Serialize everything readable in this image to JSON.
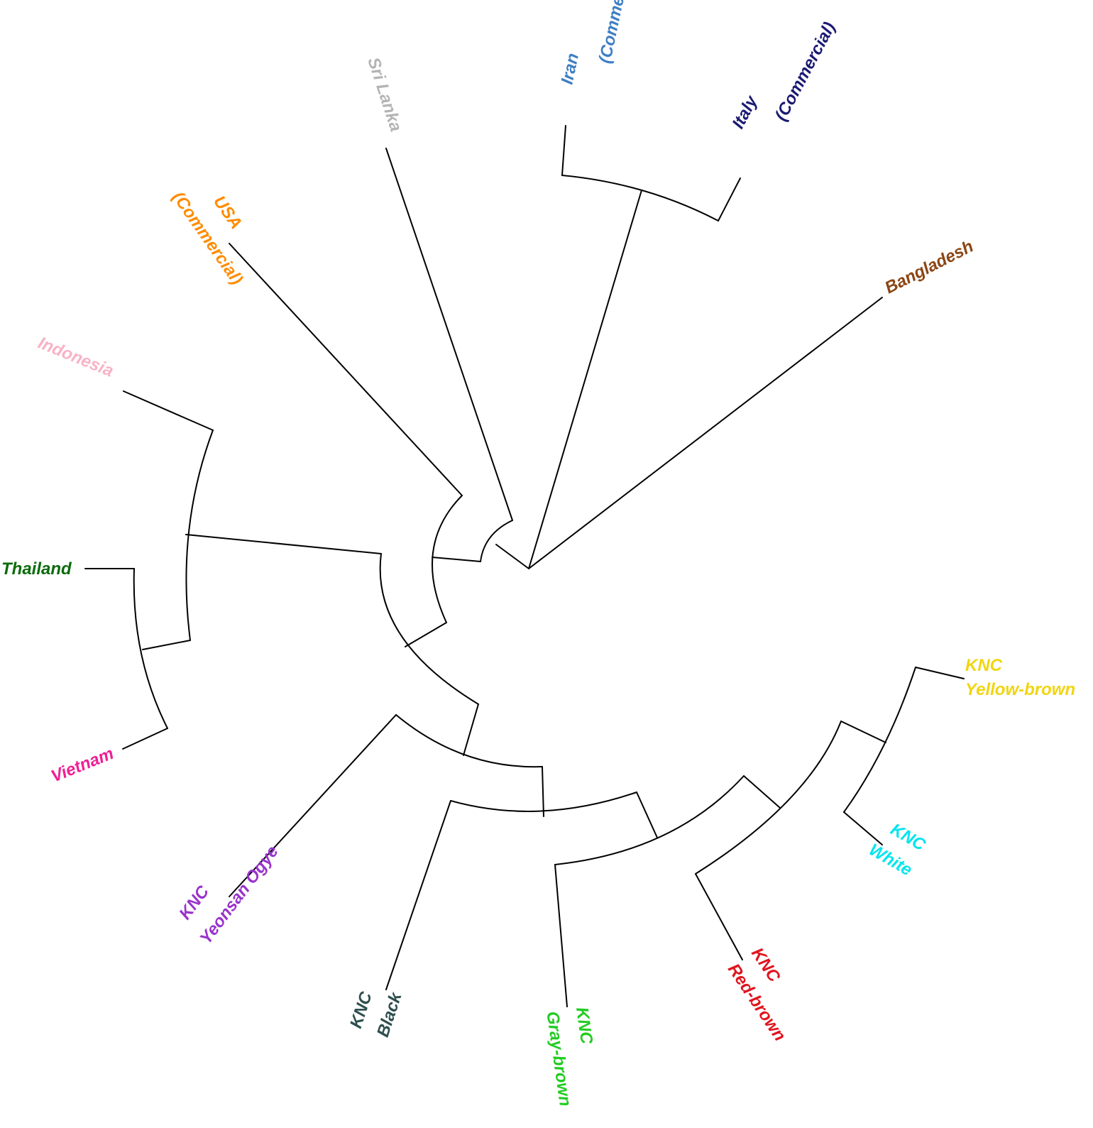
{
  "tree": {
    "type": "circular-cladogram",
    "leaves": [
      {
        "id": "sri-lanka",
        "lines": [
          "Sri Lanka"
        ],
        "color": "#B4B4B4"
      },
      {
        "id": "iran",
        "lines": [
          "Iran",
          "(Commercial)"
        ],
        "color": "#3F7FC4"
      },
      {
        "id": "italy",
        "lines": [
          "Italy",
          "(Commercial)"
        ],
        "color": "#1B1A73"
      },
      {
        "id": "bangladesh",
        "lines": [
          "Bangladesh"
        ],
        "color": "#8B4513"
      },
      {
        "id": "usa",
        "lines": [
          "USA",
          "(Commercial)"
        ],
        "color": "#FF8C00"
      },
      {
        "id": "indonesia",
        "lines": [
          "Indonesia"
        ],
        "color": "#F7B3C6"
      },
      {
        "id": "thailand",
        "lines": [
          "Thailand"
        ],
        "color": "#0B6B0B"
      },
      {
        "id": "vietnam",
        "lines": [
          "Vietnam"
        ],
        "color": "#F01E96"
      },
      {
        "id": "knc-yeonsan-ogye",
        "lines": [
          "KNC",
          "Yeonsan Ogye"
        ],
        "color": "#9933CC"
      },
      {
        "id": "knc-black",
        "lines": [
          "KNC",
          "Black"
        ],
        "color": "#2F4F4F"
      },
      {
        "id": "knc-gray-brown",
        "lines": [
          "KNC",
          "Gray-brown"
        ],
        "color": "#22CC22"
      },
      {
        "id": "knc-red-brown",
        "lines": [
          "KNC",
          "Red-brown"
        ],
        "color": "#E0141E"
      },
      {
        "id": "knc-white",
        "lines": [
          "KNC",
          "White"
        ],
        "color": "#00E5EE"
      },
      {
        "id": "knc-yellow-brown",
        "lines": [
          "KNC",
          "Yellow-brown"
        ],
        "color": "#F2D50F"
      }
    ]
  }
}
